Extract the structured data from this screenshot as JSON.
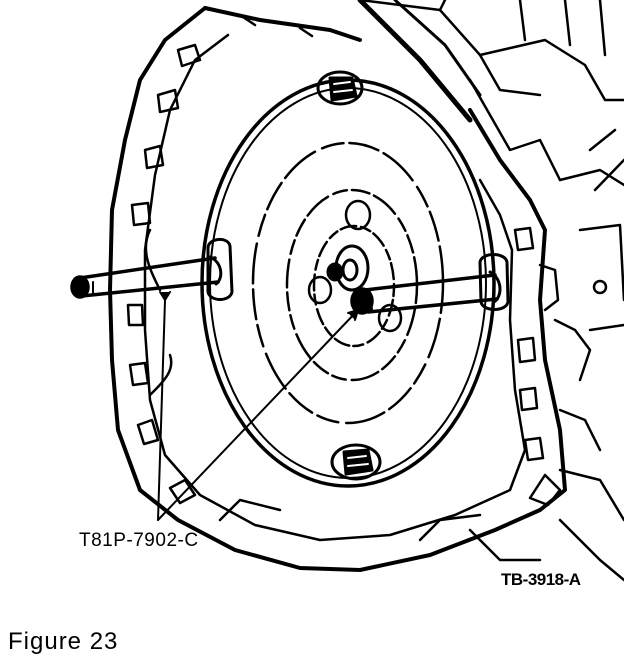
{
  "diagram": {
    "callout_label": "T81P-7902-C",
    "reference_code": "TB-3918-A"
  },
  "caption": "Figure 23"
}
